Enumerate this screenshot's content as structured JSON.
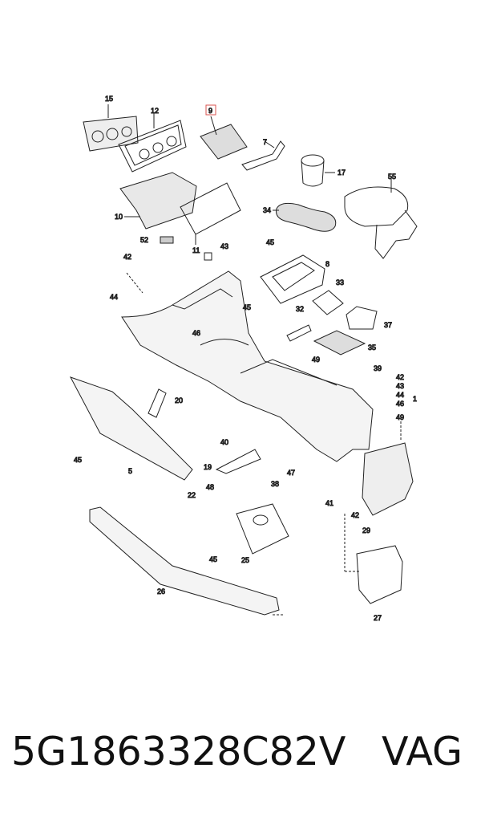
{
  "diagram": {
    "callouts": [
      "15",
      "12",
      "9",
      "7",
      "17",
      "55",
      "34",
      "10",
      "52",
      "11",
      "43",
      "45",
      "8",
      "42",
      "44",
      "33",
      "45",
      "32",
      "37",
      "46",
      "35",
      "49",
      "39",
      "42",
      "43",
      "44",
      "46",
      "49",
      "1",
      "20",
      "40",
      "47",
      "45",
      "5",
      "19",
      "38",
      "22",
      "48",
      "41",
      "42",
      "29",
      "45",
      "25",
      "26",
      "27"
    ],
    "highlighted_callout": "9",
    "highlight_color": "#d9534f",
    "line_color": "#222222"
  },
  "footer": {
    "part_number": "5G1863328C82V",
    "brand": "VAG"
  }
}
